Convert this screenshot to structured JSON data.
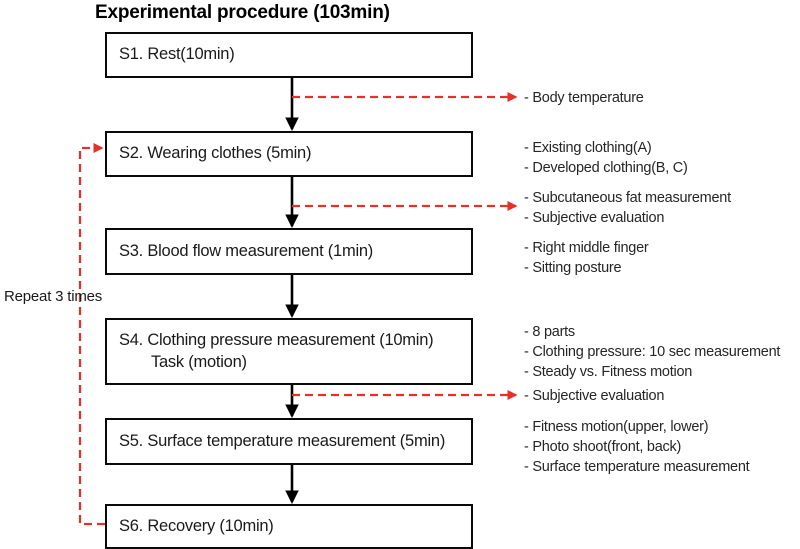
{
  "title": "Experimental procedure (103min)",
  "colors": {
    "box_border": "#0a0a0a",
    "arrow_solid": "#000000",
    "arrow_dashed": "#e8302a",
    "text": "#1a1a1a",
    "background": "#ffffff"
  },
  "loop": {
    "label": "Repeat 3 times",
    "from_step": "S6. Recovery (10min)",
    "to_step": "S2. Wearing clothes (5min)",
    "style": "dashed-red"
  },
  "steps": [
    {
      "id": "s1",
      "label": "S1. Rest(10min)",
      "sublabel": ""
    },
    {
      "id": "s2",
      "label": "S2. Wearing clothes (5min)",
      "sublabel": ""
    },
    {
      "id": "s3",
      "label": "S3. Blood flow measurement (1min)",
      "sublabel": ""
    },
    {
      "id": "s4",
      "label": "S4. Clothing pressure measurement (10min)",
      "sublabel": "Task (motion)"
    },
    {
      "id": "s5",
      "label": "S5. Surface temperature measurement (5min)",
      "sublabel": ""
    },
    {
      "id": "s6",
      "label": "S6. Recovery (10min)",
      "sublabel": ""
    }
  ],
  "notes": [
    {
      "id": "note-body-temperature",
      "linked_to": "after-s1",
      "has_arrow": true,
      "lines": [
        "- Body temperature"
      ]
    },
    {
      "id": "note-clothing-types",
      "linked_to": "s2",
      "has_arrow": false,
      "lines": [
        "- Existing clothing(A)",
        "- Developed clothing(B, C)"
      ]
    },
    {
      "id": "note-fat-and-subjective",
      "linked_to": "after-s2",
      "has_arrow": true,
      "lines": [
        "- Subcutaneous fat measurement",
        "- Subjective evaluation"
      ]
    },
    {
      "id": "note-blood-flow-detail",
      "linked_to": "s3",
      "has_arrow": false,
      "lines": [
        "- Right middle finger",
        "- Sitting posture"
      ]
    },
    {
      "id": "note-pressure-detail",
      "linked_to": "s4",
      "has_arrow": false,
      "lines": [
        "- 8 parts",
        "- Clothing pressure: 10 sec measurement",
        "- Steady vs. Fitness motion"
      ]
    },
    {
      "id": "note-subjective-evaluation",
      "linked_to": "after-s4",
      "has_arrow": true,
      "lines": [
        "- Subjective evaluation"
      ]
    },
    {
      "id": "note-surface-temp-detail",
      "linked_to": "s5",
      "has_arrow": false,
      "lines": [
        "- Fitness motion(upper, lower)",
        "- Photo shoot(front, back)",
        "- Surface temperature measurement"
      ]
    }
  ]
}
